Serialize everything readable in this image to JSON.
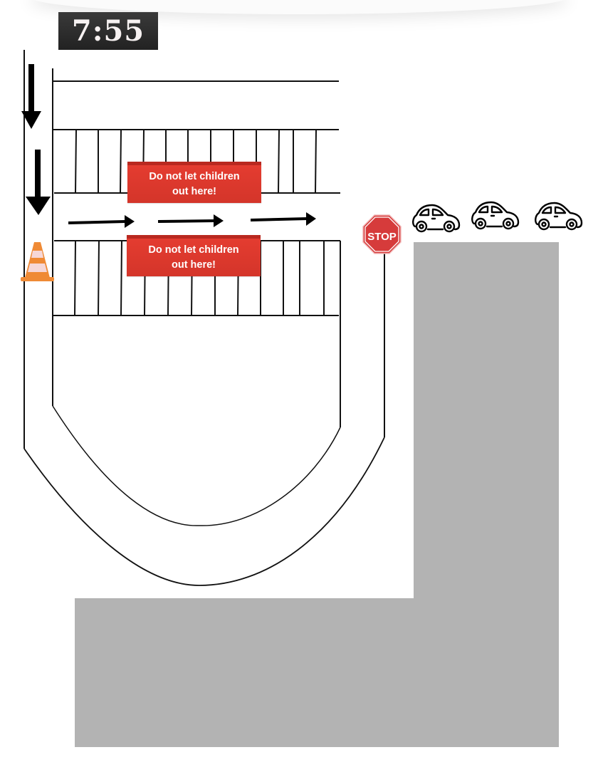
{
  "clock": {
    "time": "7:55"
  },
  "signs": [
    {
      "text_line1": "Do not let children",
      "text_line2": "out here!"
    },
    {
      "text_line1": "Do not let children",
      "text_line2": "out here!"
    }
  ],
  "stop_sign": {
    "label": "STOP"
  },
  "colors": {
    "sign_red": "#d93a2e",
    "stop_red": "#d63b3b",
    "cone_orange": "#ef8a35",
    "building_gray": "#b3b3b3",
    "road_line": "#111111"
  },
  "cars": {
    "count": 3
  },
  "arrows": {
    "down_count": 2,
    "right_count": 3
  }
}
